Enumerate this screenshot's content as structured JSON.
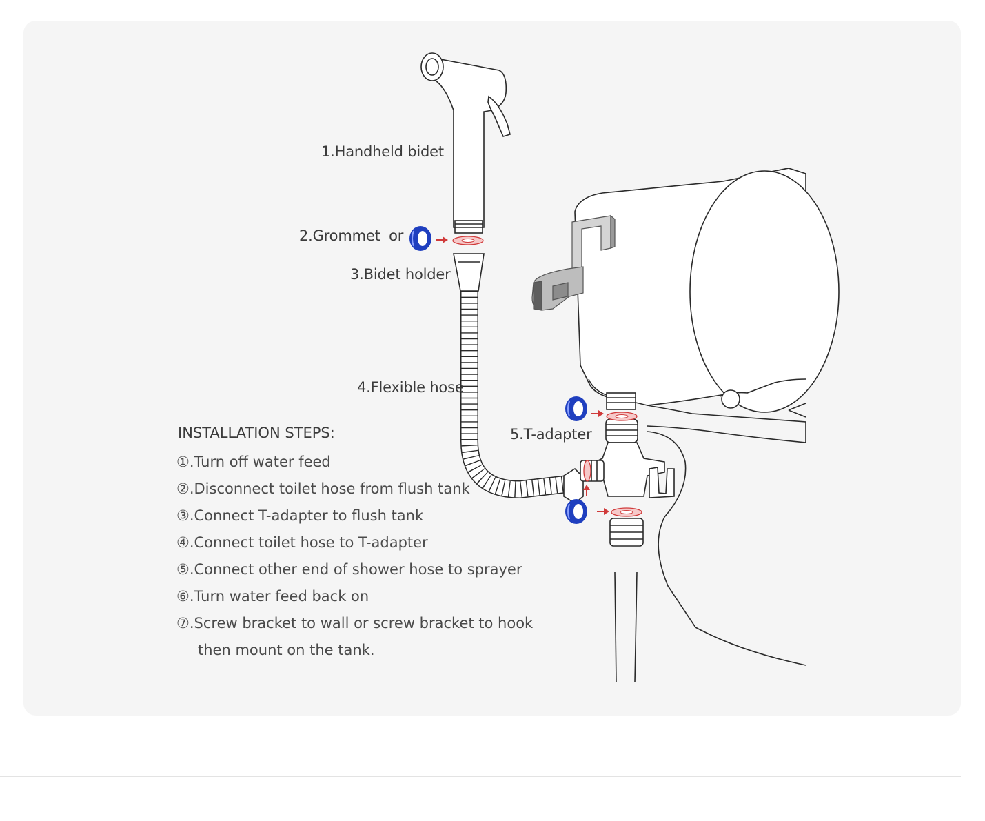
{
  "labels": {
    "handheld": "1.Handheld bidet",
    "grommet": "2.Grommet",
    "or": "or",
    "holder": "3.Bidet holder",
    "hose": "4.Flexible hose",
    "tadapter": "5.T-adapter"
  },
  "installation": {
    "title": "INSTALLATION STEPS:",
    "steps": [
      "①.Turn off water feed",
      "②.Disconnect toilet hose from flush tank",
      "③.Connect T-adapter to flush tank",
      "④.Connect toilet hose to T-adapter",
      "⑤.Connect other end of shower hose to sprayer",
      "⑥.Turn water feed back on",
      "⑦.Screw bracket to wall or screw bracket to hook",
      "then mount on the tank."
    ]
  },
  "colors": {
    "card_bg": "#f5f5f5",
    "line": "#2a2a2a",
    "washer_blue": "#1f3fbf",
    "arrow_red": "#d03a3a"
  }
}
